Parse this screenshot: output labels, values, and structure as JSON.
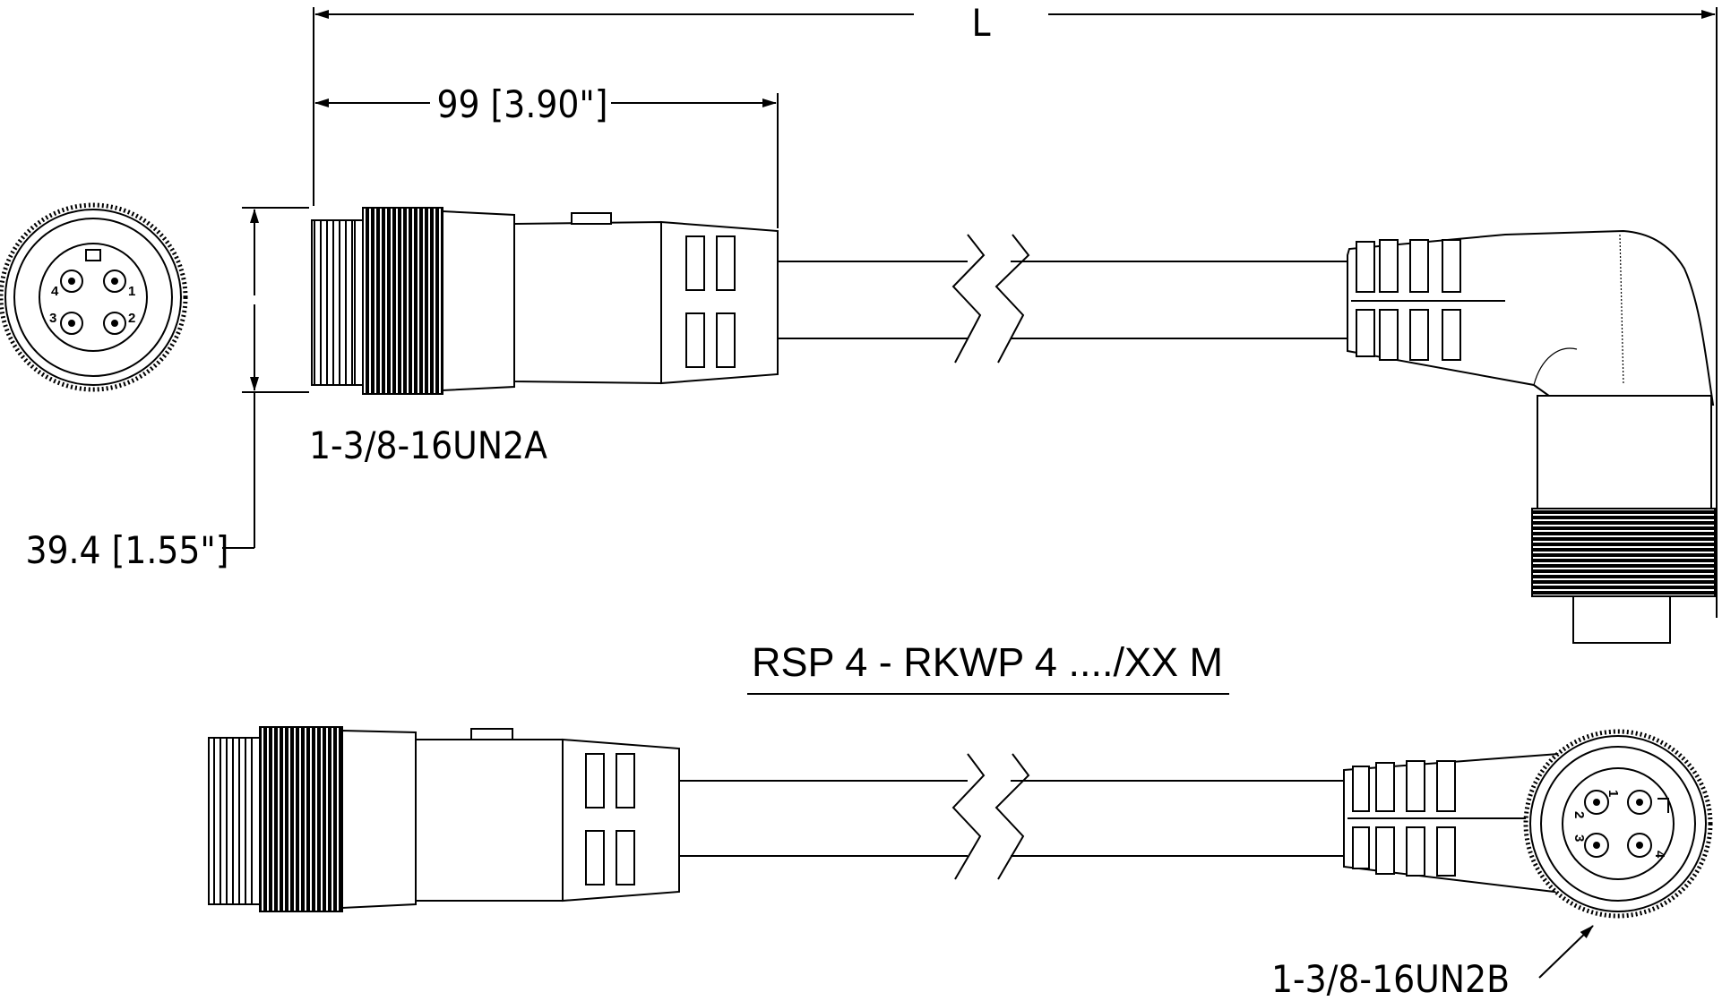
{
  "dimensions": {
    "overall_length": "L",
    "connector_length": "99 [3.90\"]",
    "connector_diameter": "39.4 [1.55\"]"
  },
  "threads": {
    "male_thread": "1-3/8-16UN2A",
    "female_thread": "1-3/8-16UN2B"
  },
  "part_number": "RSP 4 - RKWP 4 ..../XX M",
  "pins": {
    "male_face": [
      "4",
      "1",
      "3",
      "2"
    ],
    "female_face": [
      "1",
      "2",
      "3",
      "4"
    ]
  },
  "colors": {
    "line": "#000000",
    "background": "#ffffff"
  }
}
